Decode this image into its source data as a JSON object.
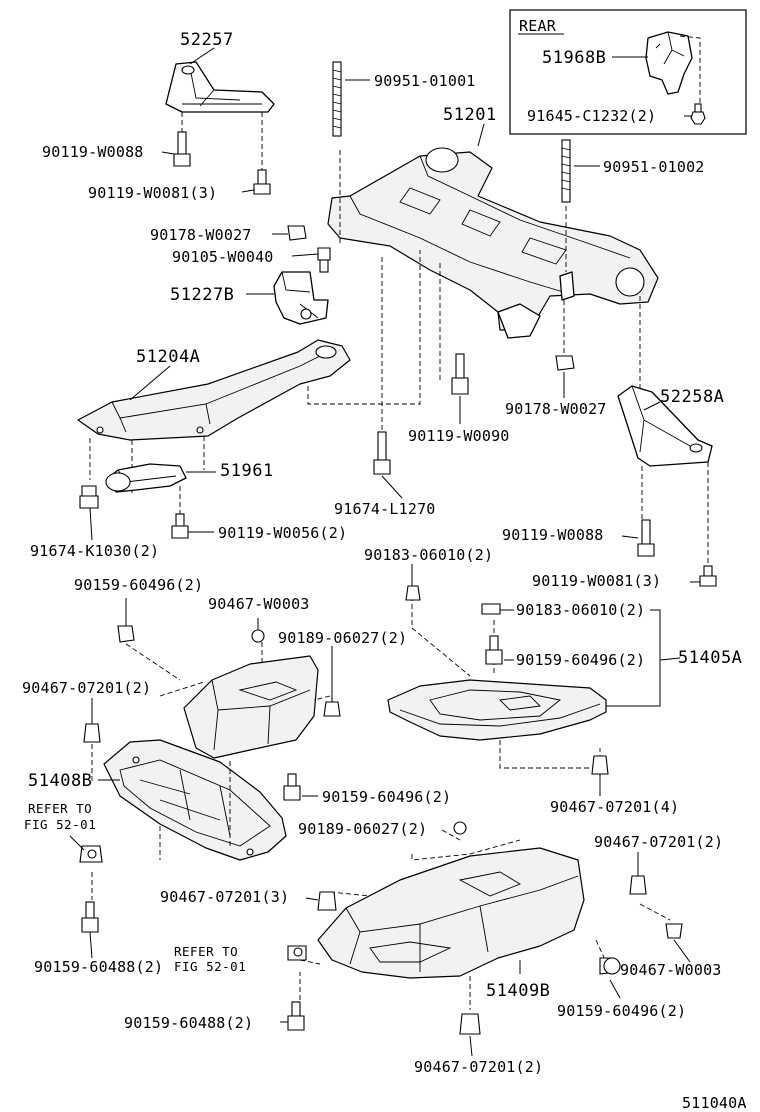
{
  "diagram_code": "511040A",
  "inset": {
    "title": "REAR"
  },
  "labels": {
    "p52257": "52257",
    "p90951_01001": "90951-01001",
    "p51201": "51201",
    "p51968B": "51968B",
    "p91645": "91645-C1232(2)",
    "p90951_01002": "90951-01002",
    "p90119_W0088_a": "90119-W0088",
    "p90119_W0081_a": "90119-W0081(3)",
    "p90178_W0027_a": "90178-W0027",
    "p90105_W0040": "90105-W0040",
    "p51227B": "51227B",
    "p51204A": "51204A",
    "p90178_W0027_b": "90178-W0027",
    "p52258A": "52258A",
    "p90119_W0090": "90119-W0090",
    "p51961": "51961",
    "p91674_L1270": "91674-L1270",
    "p91674_K1030": "91674-K1030(2)",
    "p90119_W0056": "90119-W0056(2)",
    "p90119_W0088_b": "90119-W0088",
    "p90183_06010_a": "90183-06010(2)",
    "p90119_W0081_b": "90119-W0081(3)",
    "p90159_60496_a": "90159-60496(2)",
    "p90467_W0003_a": "90467-W0003",
    "p90183_06010_b": "90183-06010(2)",
    "p90189_06027_a": "90189-06027(2)",
    "p90159_60496_b": "90159-60496(2)",
    "p51405A": "51405A",
    "p90467_07201_a": "90467-07201(2)",
    "p51408B": "51408B",
    "p90159_60496_c": "90159-60496(2)",
    "p90467_07201_b": "90467-07201(4)",
    "refer_a_line1": "REFER TO",
    "refer_a_line2": "FIG 52-01",
    "p90189_06027_b": "90189-06027(2)",
    "p90467_07201_c": "90467-07201(2)",
    "p90467_07201_d": "90467-07201(3)",
    "refer_b_line1": "REFER TO",
    "refer_b_line2": "FIG 52-01",
    "p90467_W0003_b": "90467-W0003",
    "p90159_60488_a": "90159-60488(2)",
    "p51409B": "51409B",
    "p90159_60496_d": "90159-60496(2)",
    "p90159_60488_b": "90159-60488(2)",
    "p90467_07201_e": "90467-07201(2)"
  }
}
